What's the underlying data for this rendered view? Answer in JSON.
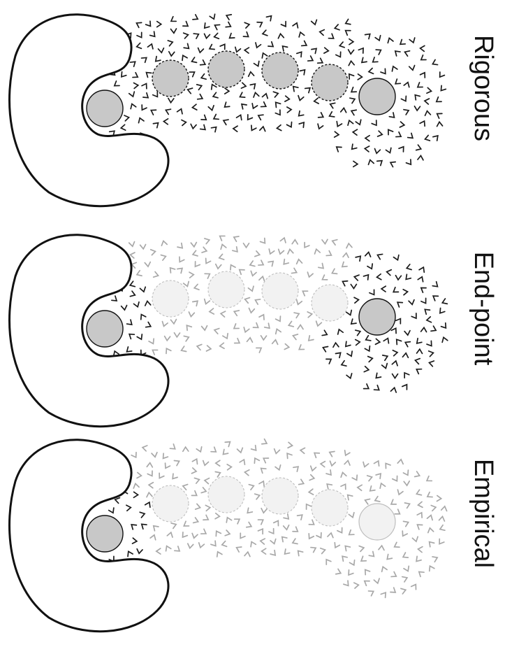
{
  "panels": [
    {
      "label": "Rigorous",
      "pocket_ligand_color": "#c8c8c8",
      "intermediates_style": "dashed-solid",
      "endpoint_style": "solid",
      "solvent_near_pocket": "dark",
      "solvent_intermediates": "dark",
      "solvent_endpoint": "dark"
    },
    {
      "label": "End-point",
      "pocket_ligand_color": "#c8c8c8",
      "intermediates_style": "faded",
      "endpoint_style": "solid",
      "solvent_near_pocket": "dark",
      "solvent_intermediates": "light",
      "solvent_endpoint": "dark"
    },
    {
      "label": "Empirical",
      "pocket_ligand_color": "#c8c8c8",
      "intermediates_style": "faded",
      "endpoint_style": "faded",
      "solvent_near_pocket": "dark",
      "solvent_intermediates": "light",
      "solvent_endpoint": "light"
    }
  ],
  "colors": {
    "outline": "#111111",
    "ligand_fill": "#c8c8c8",
    "ligand_faded_fill": "#f2f2f2",
    "faded_outline": "#bdbdbd",
    "solvent_dark": "#1a1a1a",
    "solvent_light": "#a8a8a8"
  }
}
